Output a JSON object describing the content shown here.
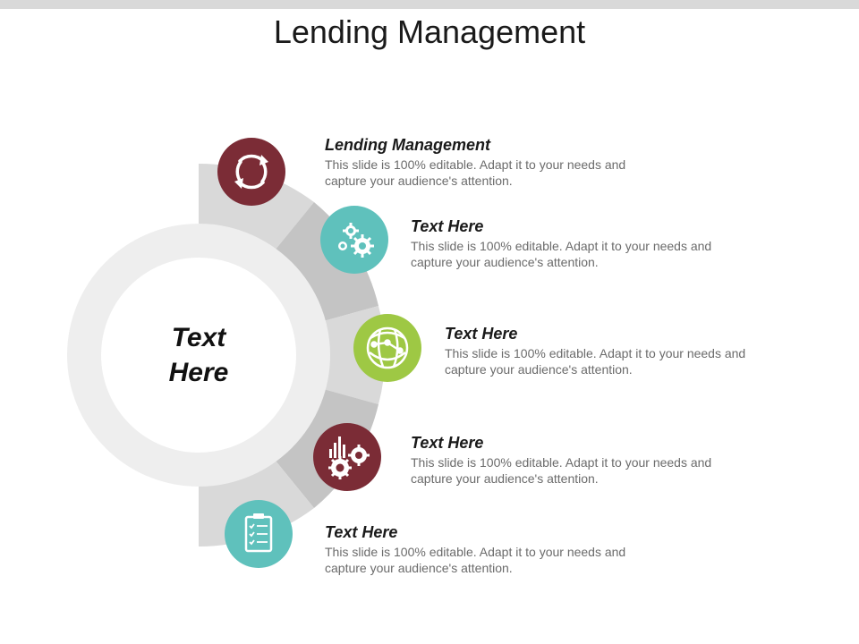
{
  "title": "Lending Management",
  "center_label": "Text\nHere",
  "colors": {
    "maroon": "#7b2c36",
    "teal": "#5fc1bc",
    "green": "#9ec844",
    "ring": "#eeeeee",
    "band_light": "#d9d9d9",
    "band_mid": "#c4c4c4"
  },
  "items": [
    {
      "heading": "Lending Management",
      "body": "This slide is 100% editable. Adapt it to your needs and capture your audience's attention.",
      "icon": "refresh-cycle-icon",
      "color": "#7b2c36"
    },
    {
      "heading": "Text Here",
      "body": "This slide is 100% editable. Adapt it to your needs and capture your audience's attention.",
      "icon": "gears-icon",
      "color": "#5fc1bc"
    },
    {
      "heading": "Text Here",
      "body": "This slide is 100% editable. Adapt it to your needs and capture your audience's attention.",
      "icon": "globe-network-icon",
      "color": "#9ec844"
    },
    {
      "heading": "Text Here",
      "body": "This slide is 100% editable. Adapt it to your needs and capture your audience's attention.",
      "icon": "chart-gear-icon",
      "color": "#7b2c36"
    },
    {
      "heading": "Text Here",
      "body": "This slide is 100% editable. Adapt it to your needs and capture your audience's attention.",
      "icon": "clipboard-checklist-icon",
      "color": "#5fc1bc"
    }
  ]
}
